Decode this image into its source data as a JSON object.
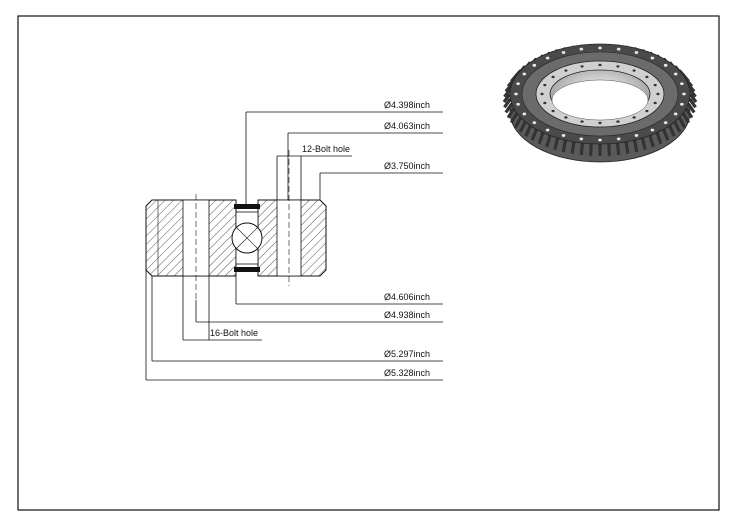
{
  "drawing": {
    "colors": {
      "line": "#111111",
      "background": "#ffffff",
      "gear_dark": "#3a3a3a",
      "gear_light": "#d8d8d8"
    },
    "dimensions": {
      "d1": "Ø4.398inch",
      "d2": "Ø4.063inch",
      "bolt_top": "12-Bolt hole",
      "d3": "Ø3.750inch",
      "d4": "Ø4.606inch",
      "d5": "Ø4.938inch",
      "bolt_bottom": "16-Bolt hole",
      "d6": "Ø5.297inch",
      "d7": "Ø5.328inch"
    }
  }
}
